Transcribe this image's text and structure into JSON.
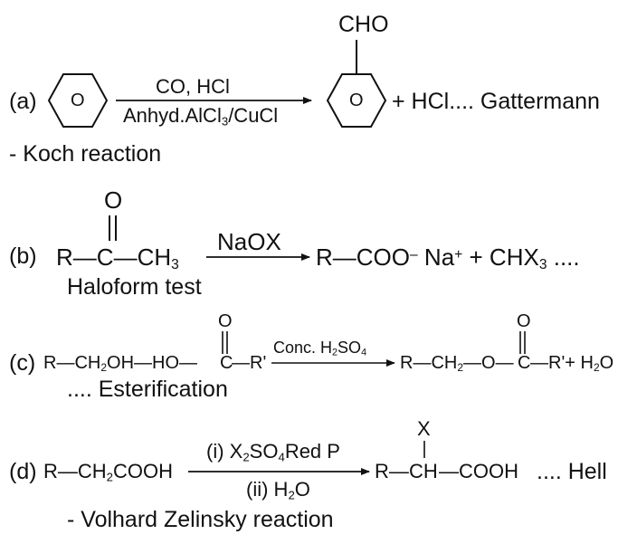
{
  "a": {
    "label": "(a)",
    "ring_symbol": "O",
    "product_group": "CHO",
    "reagent_top": "CO, HCl",
    "reagent_bottom_main": "Anhyd.AlCl",
    "reagent_bottom_sub": "3",
    "reagent_bottom_end": "/CuCl",
    "product_tail": "+ HCl.... Gattermann",
    "name_cont": "- Koch reaction"
  },
  "b": {
    "label": "(b)",
    "oxygen": "O",
    "reactant_r": "R",
    "reactant_c": "C",
    "reactant_ch": "CH",
    "reactant_sub": "3",
    "reagent": "NaOX",
    "prod_r": "R",
    "prod_coo": "COO",
    "prod_minus": "–",
    "prod_na": " Na",
    "prod_plus": "+",
    "prod_chx": " + CHX",
    "prod_sub": "3",
    "prod_dots": " ....",
    "name": "Haloform test"
  },
  "c": {
    "label": "(c)",
    "reactant_alc": "R—CH",
    "reactant_alc_sub": "2",
    "reactant_alc_end": "OH—HO—",
    "oxygen": "O",
    "reactant_c": "C",
    "reactant_r": "—R'",
    "reagent_main": "Conc. H",
    "reagent_sub1": "2",
    "reagent_mid": "SO",
    "reagent_sub2": "4",
    "prod_start": "R—CH",
    "prod_sub": "2",
    "prod_mid": "—O—",
    "prod_c": "C",
    "prod_end": "—R'+ H",
    "prod_end_sub": "2",
    "prod_end_o": "O",
    "name": ".... Esterification"
  },
  "d": {
    "label": "(d)",
    "reactant": "R—CH",
    "reactant_sub": "2",
    "reactant_end": "COOH",
    "reagent_top_1": "(i) X",
    "reagent_top_sub1": "2",
    "reagent_top_2": "SO",
    "reagent_top_sub2": "4",
    "reagent_top_3": "Red P",
    "reagent_bottom_1": "(ii) H",
    "reagent_bottom_sub": "2",
    "reagent_bottom_2": "O",
    "halogen": "X",
    "prod_r": "R—",
    "prod_ch": "CH",
    "prod_end": "—COOH",
    "prod_tail": ".... Hell",
    "name_cont": "- Volhard Zelinsky reaction"
  }
}
